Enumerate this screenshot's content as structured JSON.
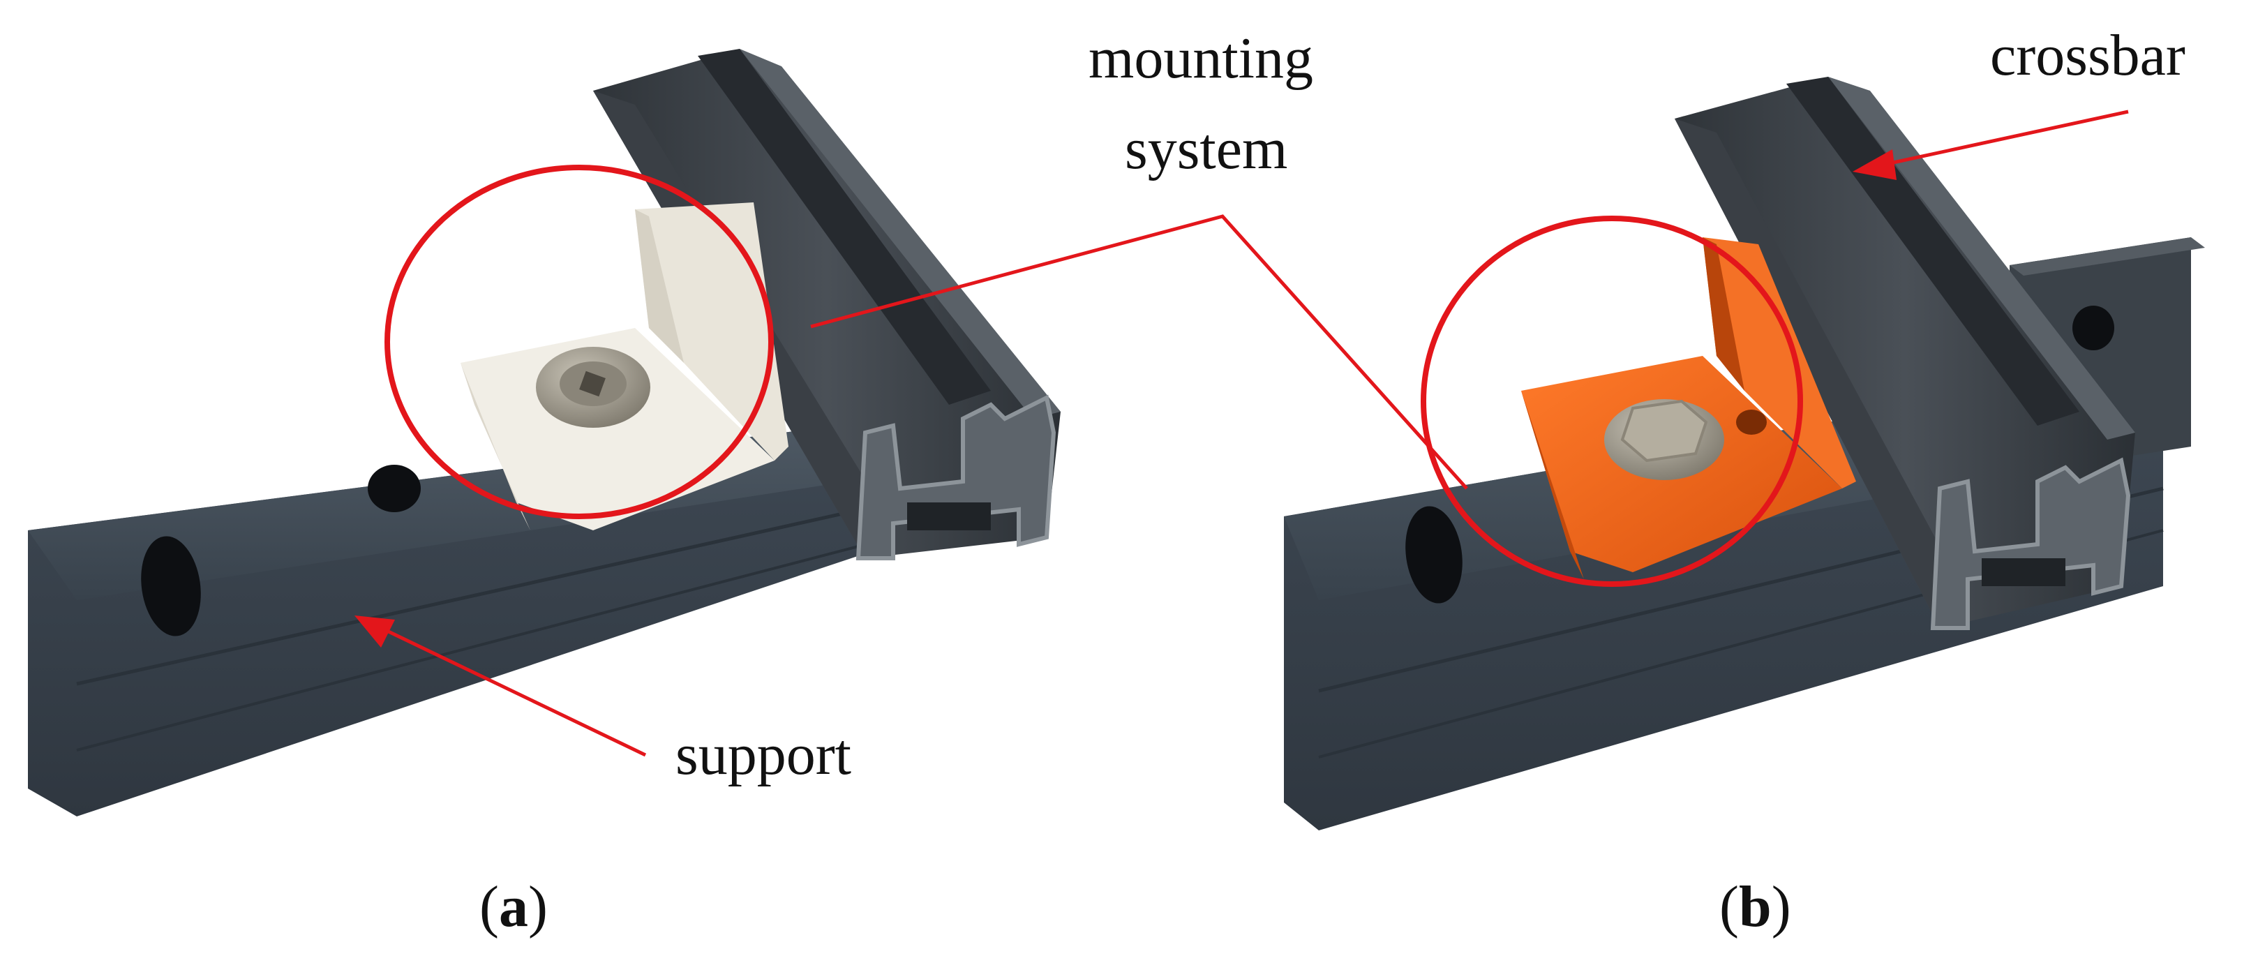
{
  "labels": {
    "mounting_line1": "mounting",
    "mounting_line2": "system",
    "crossbar": "crossbar",
    "support": "support"
  },
  "captions": {
    "a_open": "(",
    "a_letter": "a",
    "a_close": ")",
    "b_open": "(",
    "b_letter": "b",
    "b_close": ")"
  },
  "colors": {
    "rail_dark": "#3a3f45",
    "rail_mid": "#4b525a",
    "rail_light": "#6a7077",
    "support_blue": "#3c4752",
    "clip_white": "#efece4",
    "clip_orange": "#f26a1b",
    "bolt_gray": "#9a9588",
    "annotation_red": "#e3161b"
  }
}
